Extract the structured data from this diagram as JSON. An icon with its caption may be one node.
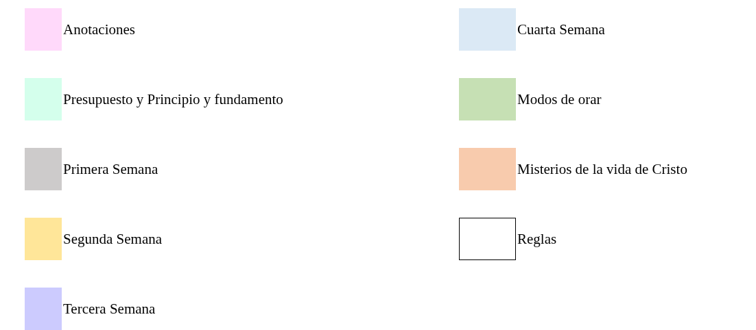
{
  "diagram": {
    "legend": [
      {
        "text": "Anotaciones",
        "color": "#ffd9fa"
      },
      {
        "text": "Presupuesto y Principio y fundamento",
        "color": "#d4ffec"
      },
      {
        "text": "Primera Semana",
        "color": "#cdcbcb"
      },
      {
        "text": "Segunda Semana",
        "color": "#ffe699"
      },
      {
        "text": "Tercera Semana",
        "color": "#cccbfe"
      },
      {
        "text": "Cuarta Semana",
        "color": "#dbe9f5"
      },
      {
        "text": "Modos de orar",
        "color": "#c6e0b4"
      },
      {
        "text": "Misterios de la vida de Cristo",
        "color": "#f8cbad"
      },
      {
        "text": "Reglas",
        "color": "#ffffff"
      }
    ]
  }
}
